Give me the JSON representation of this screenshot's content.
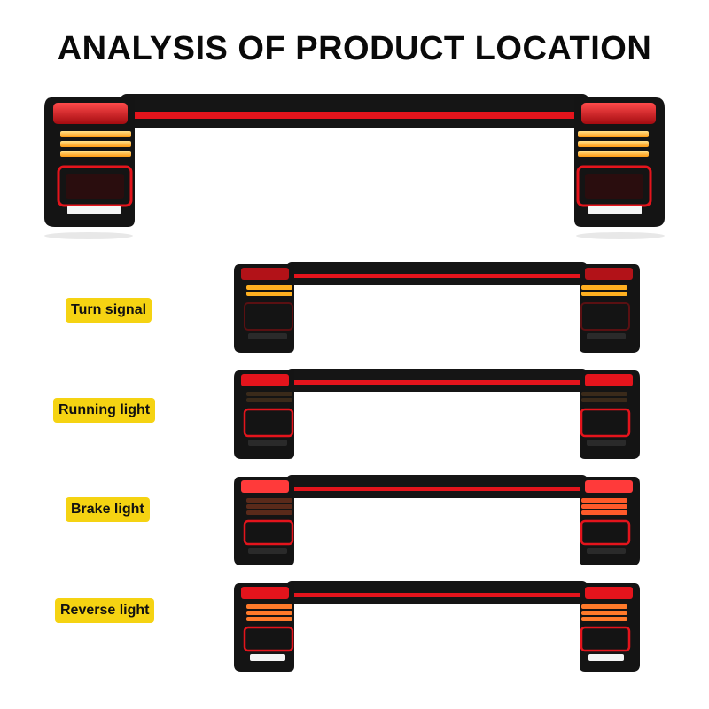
{
  "title": "ANALYSIS OF PRODUCT LOCATION",
  "labels": {
    "turn": "Turn signal",
    "running": "Running light",
    "brake": "Brake light",
    "reverse": "Reverse light"
  },
  "colors": {
    "label_bg": "#f5d312",
    "housing": "#131313",
    "red_bar": "#e4141c",
    "amber": "#ffb020",
    "white_light": "#f4f4f4"
  }
}
